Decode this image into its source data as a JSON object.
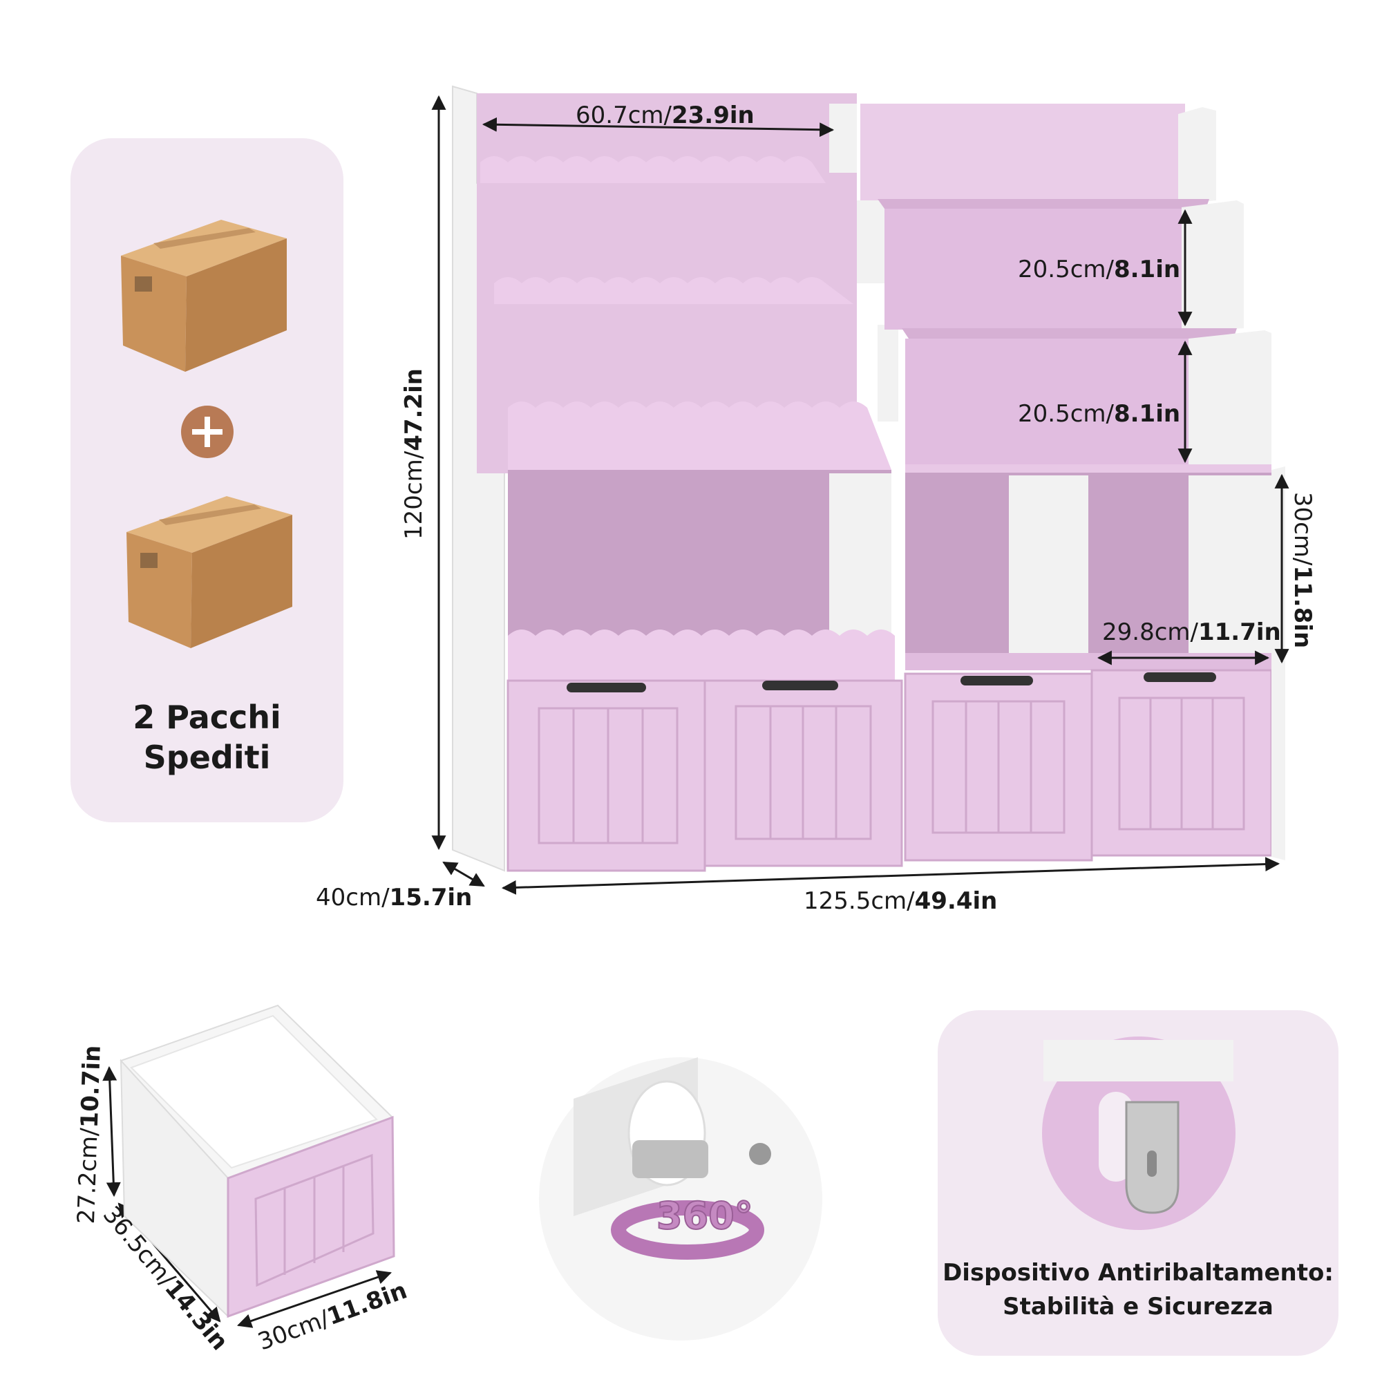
{
  "packages": {
    "label_line1": "2 Pacchi",
    "label_line2": "Spediti",
    "plus_icon": "plus-icon",
    "box_icon": "cardboard-box-icon"
  },
  "dimensions": {
    "top_width": {
      "value": "60.7cm/",
      "bold": "23.9in"
    },
    "shelf_height_1": {
      "value": "20.5cm/",
      "bold": "8.1in"
    },
    "shelf_height_2": {
      "value": "20.5cm/",
      "bold": "8.1in"
    },
    "cubby_height": {
      "value": "30cm/",
      "bold": "11.8in"
    },
    "cubby_width": {
      "value": "29.8cm/",
      "bold": "11.7in"
    },
    "total_height": {
      "value": "120cm/",
      "bold": "47.2in"
    },
    "depth": {
      "value": "40cm/",
      "bold": "15.7in"
    },
    "total_width": {
      "value": "125.5cm/",
      "bold": "49.4in"
    },
    "bin_height": {
      "value": "27.2cm/",
      "bold": "10.7in"
    },
    "bin_depth": {
      "value": "36.5cm/",
      "bold": "14.3in"
    },
    "bin_width": {
      "value": "30cm/",
      "bold": "11.8in"
    }
  },
  "wheel": {
    "badge": "360°"
  },
  "anti_tip": {
    "line1": "Dispositivo Antiribaltamento:",
    "line2": "Stabilità e Sicurezza"
  },
  "colors": {
    "pink": "#e8c8e6",
    "pink_dark": "#c79fc4",
    "white": "#f4f4f4",
    "panel": "#f2e8f2",
    "accent_plus": "#b87a55"
  }
}
